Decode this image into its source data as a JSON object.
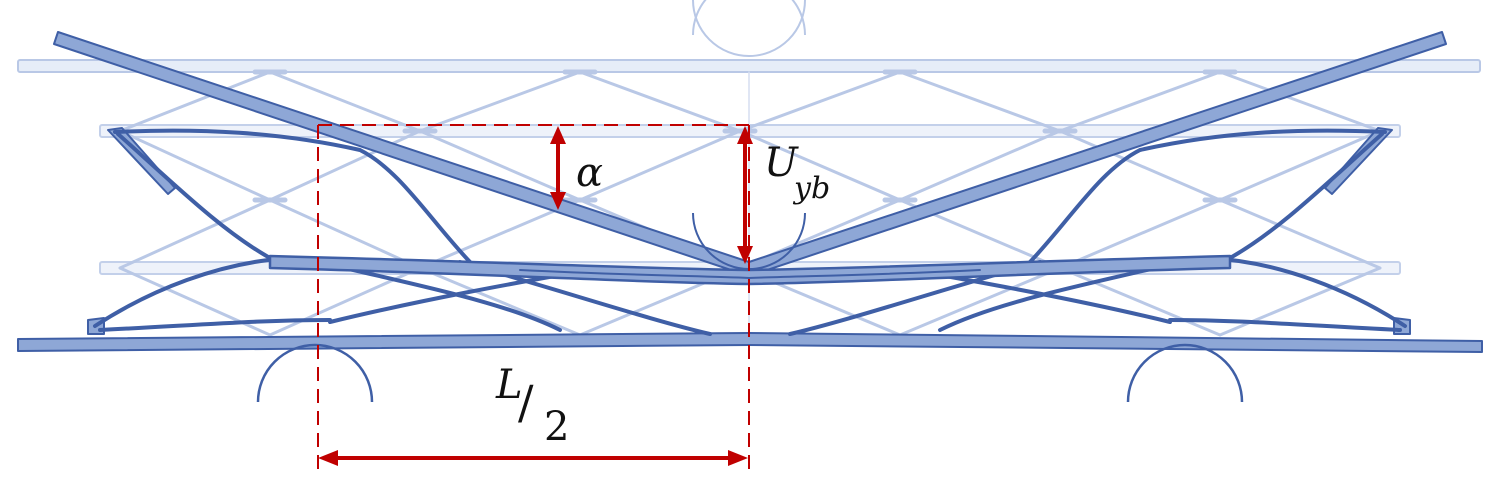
{
  "labels": {
    "angle": "α",
    "displacement_main": "U",
    "displacement_sub": "yb",
    "span_numerator": "L",
    "span_slash": "/",
    "span_denominator": "2"
  },
  "colors": {
    "deformed_stroke": "#3f5fa6",
    "deformed_fill": "#8ea7d6",
    "undeformed_stroke": "#b9c8e6",
    "undeformed_fill": "#e6edf8",
    "dimension_red": "#c00000",
    "support_arc": "#3f5fa6",
    "background": "#ffffff"
  }
}
